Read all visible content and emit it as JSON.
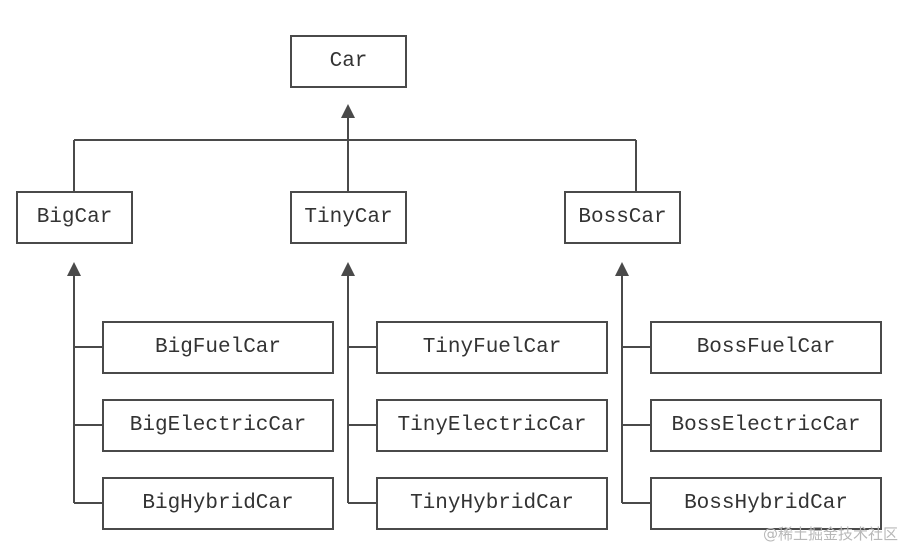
{
  "diagram": {
    "root": "Car",
    "groups": [
      {
        "label": "BigCar",
        "children": [
          "BigFuelCar",
          "BigElectricCar",
          "BigHybridCar"
        ]
      },
      {
        "label": "TinyCar",
        "children": [
          "TinyFuelCar",
          "TinyElectricCar",
          "TinyHybridCar"
        ]
      },
      {
        "label": "BossCar",
        "children": [
          "BossFuelCar",
          "BossElectricCar",
          "BossHybridCar"
        ]
      }
    ]
  },
  "watermark": "@稀土掘金技术社区",
  "colors": {
    "line": "#4a4a4a",
    "text": "#333333",
    "watermark": "#b8b8b8"
  }
}
